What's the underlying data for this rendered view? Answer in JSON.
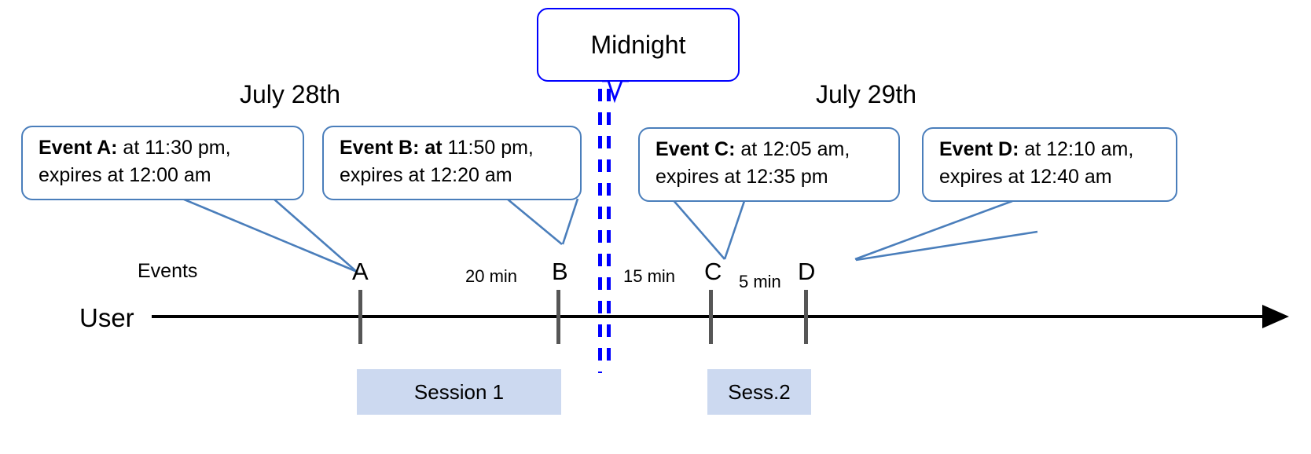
{
  "diagram": {
    "title_callout": {
      "label": "Midnight"
    },
    "dates": [
      {
        "label": "July 28th"
      },
      {
        "label": "July 29th"
      }
    ],
    "row_labels": {
      "events": "Events",
      "user": "User"
    },
    "event_callouts": [
      {
        "id": "A",
        "bold": "Event A:",
        "bold_extra": "",
        "line1_rest": " at 11:30 pm,",
        "line2": "expires at 12:00 am"
      },
      {
        "id": "B",
        "bold": "Event B: at",
        "bold_extra": "",
        "line1_rest": " 11:50 pm,",
        "line2": "expires at 12:20 am"
      },
      {
        "id": "C",
        "bold": "Event C:",
        "bold_extra": "",
        "line1_rest": " at 12:05 am,",
        "line2": "expires at 12:35 pm"
      },
      {
        "id": "D",
        "bold": "Event D:",
        "bold_extra": "",
        "line1_rest": "  at 12:10 am,",
        "line2": "expires at 12:40 am"
      }
    ],
    "timeline_points": [
      {
        "label": "A"
      },
      {
        "label": "B"
      },
      {
        "label": "C"
      },
      {
        "label": "D"
      }
    ],
    "gap_labels": [
      {
        "label": "20 min"
      },
      {
        "label": "15 min"
      },
      {
        "label": "5 min"
      }
    ],
    "sessions": [
      {
        "label": "Session 1"
      },
      {
        "label": "Sess.2"
      }
    ],
    "colors": {
      "callout_border": "#4a7ebb",
      "midnight_blue": "#0000ff",
      "session_fill": "#ccd9f0",
      "tick": "#565656",
      "axis": "#000000"
    }
  }
}
